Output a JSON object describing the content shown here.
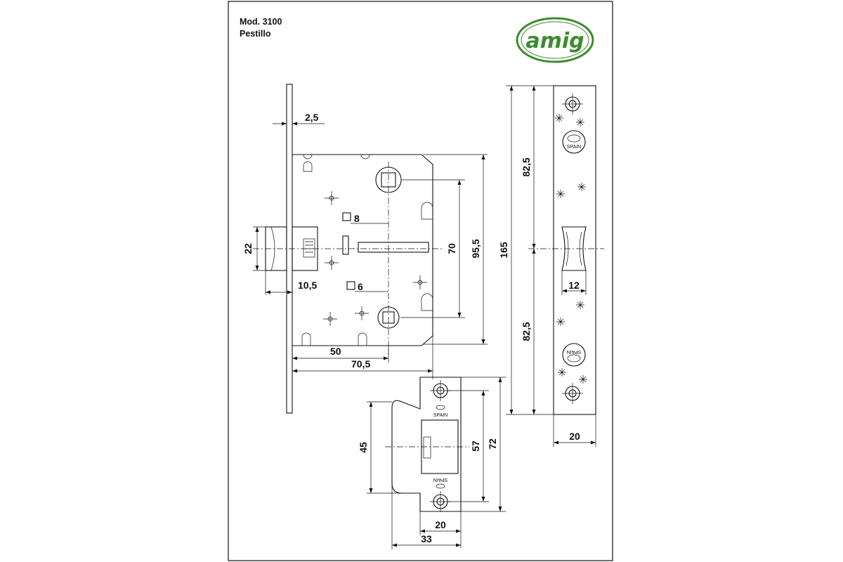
{
  "header": {
    "model": "Mod. 3100",
    "type": "Pestillo"
  },
  "logo": {
    "text": "amig",
    "color": "#3c8c2e"
  },
  "stamp_text": "SPAIN",
  "lock_body": {
    "dims": {
      "faceplate_thickness": "2,5",
      "follower_square": "8",
      "bolt_height": "22",
      "bolt_projection": "10,5",
      "key_square": "6",
      "center_distance": "70",
      "body_height": "95,5",
      "backset": "50",
      "body_depth": "70,5"
    }
  },
  "faceplate": {
    "dims": {
      "half_upper": "82,5",
      "half_lower": "82,5",
      "length": "165",
      "bolt_width": "12",
      "width": "20"
    }
  },
  "strike_plate": {
    "dims": {
      "opening": "45",
      "hole_distance": "57",
      "length": "72",
      "width": "20",
      "total_width": "33"
    }
  }
}
